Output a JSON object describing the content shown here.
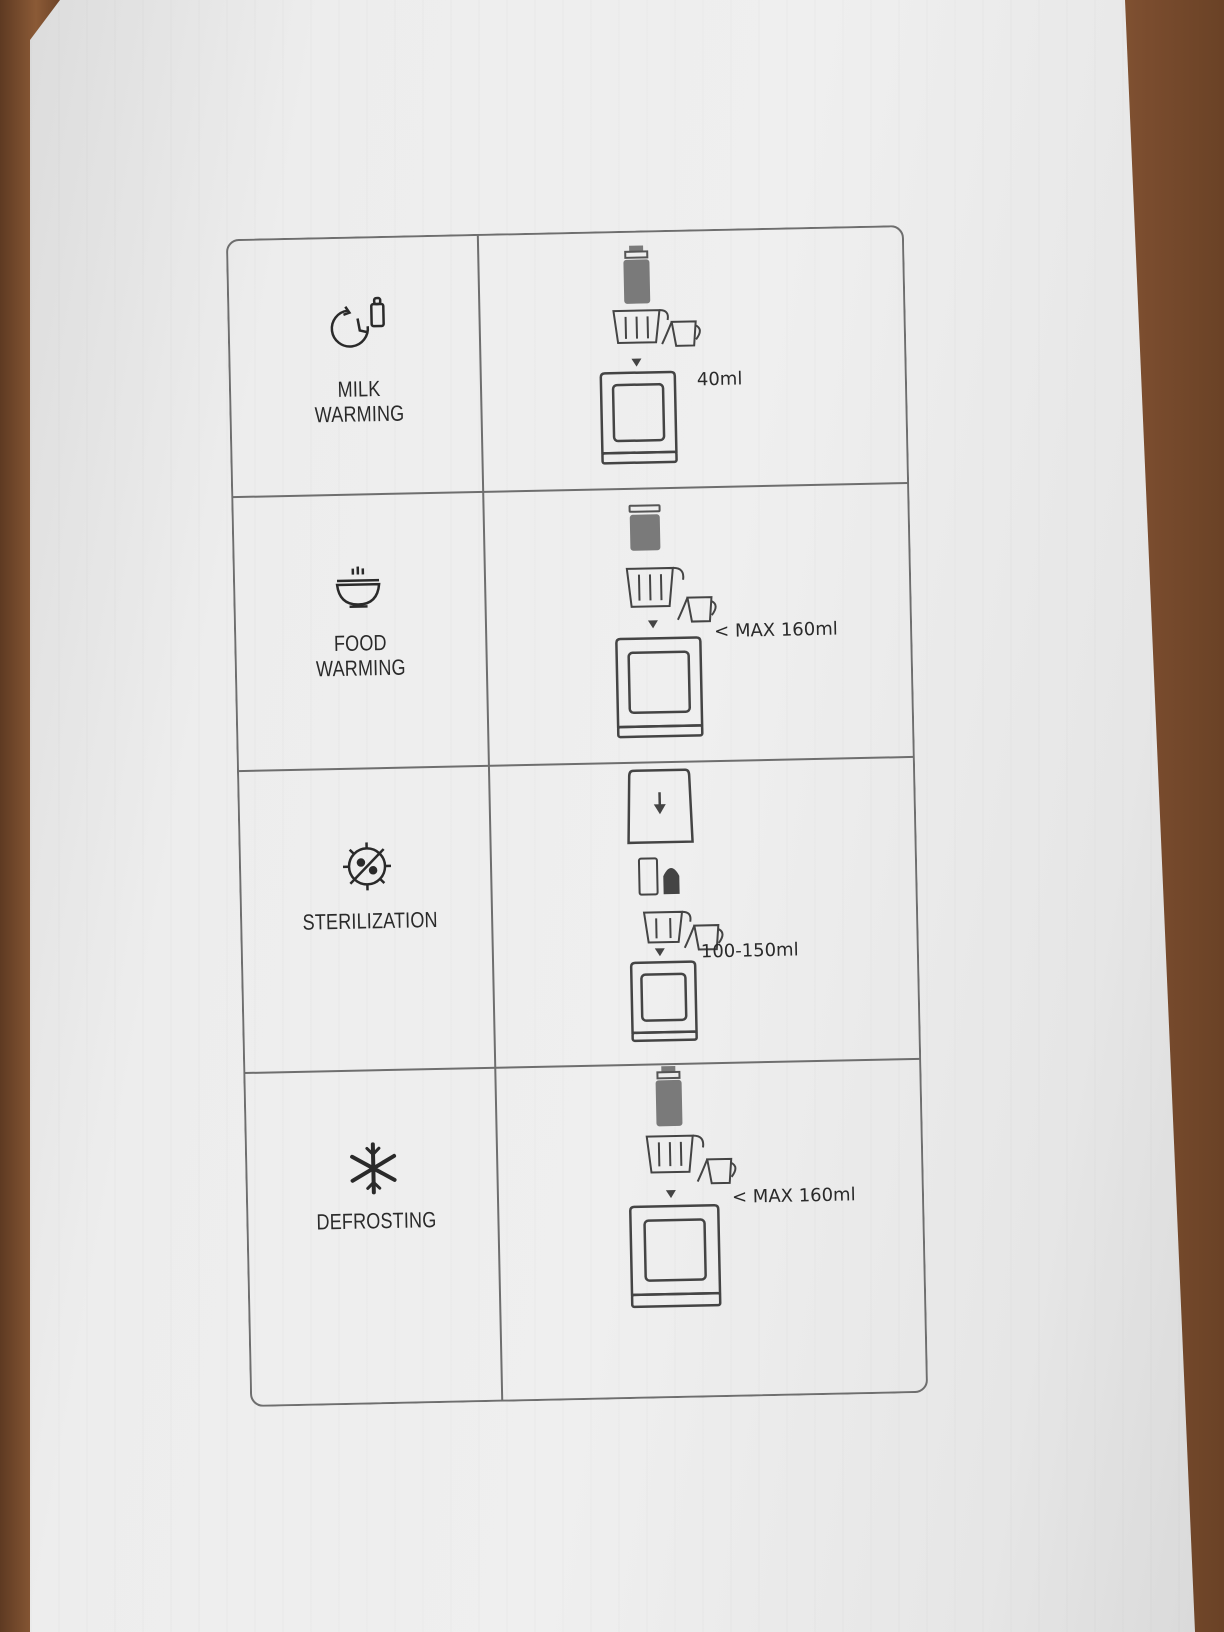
{
  "rows": [
    {
      "mode": "MILK\nWARMING",
      "mode_icon": "clock-bottle-icon",
      "volume": "40ml"
    },
    {
      "mode": "FOOD\nWARMING",
      "mode_icon": "bowl-spoon-icon",
      "volume": "< MAX 160ml"
    },
    {
      "mode": "STERILIZATION",
      "mode_icon": "virus-kill-icon",
      "volume": "100-150ml"
    },
    {
      "mode": "DEFROSTING",
      "mode_icon": "snowflake-icon",
      "volume": "< MAX 160ml"
    }
  ],
  "colors": {
    "line": "#6e6e6e",
    "ink": "#2a2a2a",
    "fill": "#7a7a7a",
    "card": "#e8e8e8"
  }
}
